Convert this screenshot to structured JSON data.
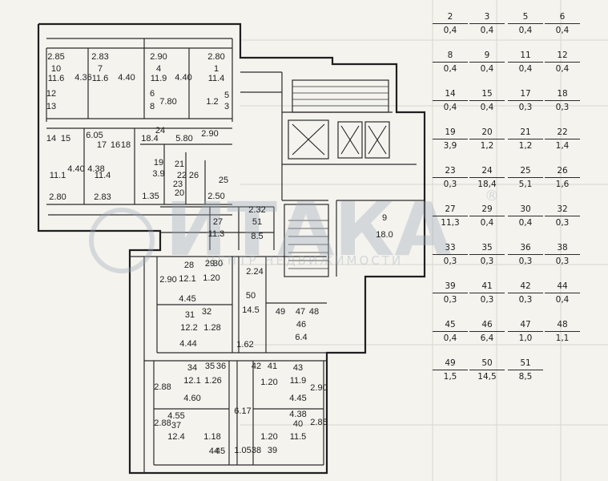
{
  "watermark": {
    "brand": "ИТАКА",
    "registered": "®",
    "subtitle": "ЦЕНТР НЕДВИЖИМОСТИ"
  },
  "labels": [
    "2.85",
    "10",
    "11.6",
    "4.36",
    "2.83",
    "7",
    "11.6",
    "4.40",
    "2.90",
    "4",
    "11.9",
    "4.40",
    "2.80",
    "1",
    "11.4",
    "12",
    "13",
    "6",
    "7.80",
    "8",
    "5",
    "1.2",
    "3",
    "6.05",
    "24",
    "18.4",
    "5.80",
    "2.90",
    "14",
    "15",
    "17",
    "16",
    "18",
    "11.1",
    "4.40",
    "4.38",
    "11.4",
    "2.80",
    "2.83",
    "19",
    "3.9",
    "1.35",
    "21",
    "22",
    "23",
    "26",
    "25",
    "2.50",
    "20",
    "27",
    "11.3",
    "2.32",
    "51",
    "8.5",
    "9",
    "18.0",
    "28",
    "12.1",
    "29",
    "30",
    "1.20",
    "2.90",
    "4.45",
    "2.24",
    "50",
    "14.5",
    "31",
    "12.2",
    "32",
    "1.28",
    "4.44",
    "1.62",
    "49",
    "46",
    "6.4",
    "47",
    "48",
    "34",
    "12.1",
    "35",
    "36",
    "1.26",
    "4.60",
    "2.88",
    "42",
    "41",
    "43",
    "11.9",
    "1.20",
    "4.45",
    "2.90",
    "4.55",
    "37",
    "12.4",
    "1.18",
    "2.88",
    "6.17",
    "38",
    "39",
    "4.38",
    "40",
    "11.5",
    "1.20",
    "1.05",
    "44",
    "45",
    "2.85"
  ],
  "legend": [
    {
      "room": "2",
      "area": "0,4"
    },
    {
      "room": "3",
      "area": "0,4"
    },
    {
      "room": "5",
      "area": "0,4"
    },
    {
      "room": "6",
      "area": "0,4"
    },
    {
      "room": "8",
      "area": "0,4"
    },
    {
      "room": "9",
      "area": "0,4"
    },
    {
      "room": "11",
      "area": "0,4"
    },
    {
      "room": "12",
      "area": "0,4"
    },
    {
      "room": "14",
      "area": "0,4"
    },
    {
      "room": "15",
      "area": "0,4"
    },
    {
      "room": "17",
      "area": "0,3"
    },
    {
      "room": "18",
      "area": "0,3"
    },
    {
      "room": "19",
      "area": "3,9"
    },
    {
      "room": "20",
      "area": "1,2"
    },
    {
      "room": "21",
      "area": "1,2"
    },
    {
      "room": "22",
      "area": "1,4"
    },
    {
      "room": "23",
      "area": "0,3"
    },
    {
      "room": "24",
      "area": "18,4"
    },
    {
      "room": "25",
      "area": "5,1"
    },
    {
      "room": "26",
      "area": "1,6"
    },
    {
      "room": "27",
      "area": "11,3"
    },
    {
      "room": "29",
      "area": "0,4"
    },
    {
      "room": "30",
      "area": "0,4"
    },
    {
      "room": "32",
      "area": "0,3"
    },
    {
      "room": "33",
      "area": "0,3"
    },
    {
      "room": "35",
      "area": "0,3"
    },
    {
      "room": "36",
      "area": "0,3"
    },
    {
      "room": "38",
      "area": "0,3"
    },
    {
      "room": "39",
      "area": "0,3"
    },
    {
      "room": "41",
      "area": "0,3"
    },
    {
      "room": "42",
      "area": "0,3"
    },
    {
      "room": "44",
      "area": "0,4"
    },
    {
      "room": "45",
      "area": "0,4"
    },
    {
      "room": "46",
      "area": "6,4"
    },
    {
      "room": "47",
      "area": "1,0"
    },
    {
      "room": "48",
      "area": "1,1"
    },
    {
      "room": "49",
      "area": "1,5"
    },
    {
      "room": "50",
      "area": "14,5"
    },
    {
      "room": "51",
      "area": "8,5"
    }
  ]
}
